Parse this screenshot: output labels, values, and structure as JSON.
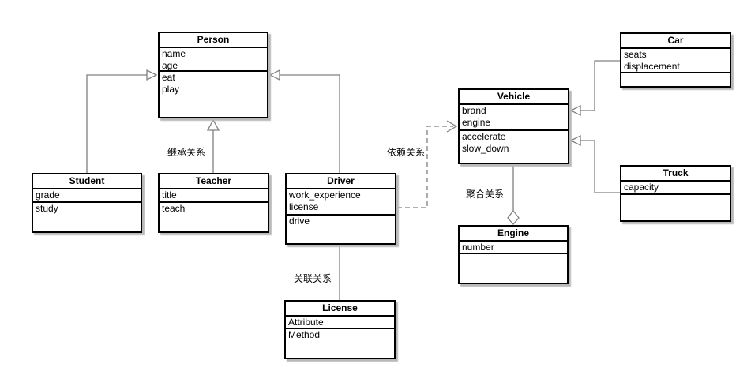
{
  "classes": {
    "person": {
      "title": "Person",
      "attributes": [
        "name",
        "age"
      ],
      "methods": [
        "eat",
        "play"
      ]
    },
    "student": {
      "title": "Student",
      "attributes": [
        "grade"
      ],
      "methods": [
        "study"
      ]
    },
    "teacher": {
      "title": "Teacher",
      "attributes": [
        "title"
      ],
      "methods": [
        "teach"
      ]
    },
    "driver": {
      "title": "Driver",
      "attributes": [
        "work_experience",
        "license"
      ],
      "methods": [
        "drive"
      ]
    },
    "license": {
      "title": "License",
      "attributes": [
        "Attribute"
      ],
      "methods": [
        "Method"
      ]
    },
    "vehicle": {
      "title": "Vehicle",
      "attributes": [
        "brand",
        "engine"
      ],
      "methods": [
        "accelerate",
        "slow_down"
      ]
    },
    "engine": {
      "title": "Engine",
      "attributes": [
        "number"
      ],
      "methods": []
    },
    "car": {
      "title": "Car",
      "attributes": [
        "seats",
        "displacement"
      ],
      "methods": []
    },
    "truck": {
      "title": "Truck",
      "attributes": [
        "capacity"
      ],
      "methods": []
    }
  },
  "edge_labels": {
    "inheritance": "继承关系",
    "dependency": "依赖关系",
    "aggregation": "聚合关系",
    "association": "关联关系"
  },
  "colors": {
    "line": "#808080",
    "border": "#000000",
    "shadow": "#b9b9b9",
    "background": "#ffffff"
  }
}
